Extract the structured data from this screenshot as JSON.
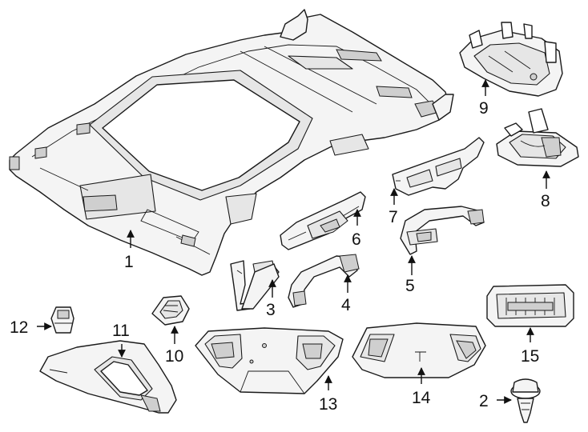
{
  "callouts": [
    {
      "id": "p1",
      "number": "1"
    },
    {
      "id": "p2",
      "number": "2"
    },
    {
      "id": "p3",
      "number": "3"
    },
    {
      "id": "p4",
      "number": "4"
    },
    {
      "id": "p5",
      "number": "5"
    },
    {
      "id": "p6",
      "number": "6"
    },
    {
      "id": "p7",
      "number": "7"
    },
    {
      "id": "p8",
      "number": "8"
    },
    {
      "id": "p9",
      "number": "9"
    },
    {
      "id": "p10",
      "number": "10"
    },
    {
      "id": "p11",
      "number": "11"
    },
    {
      "id": "p12",
      "number": "12"
    },
    {
      "id": "p13",
      "number": "13"
    },
    {
      "id": "p14",
      "number": "14"
    },
    {
      "id": "p15",
      "number": "15"
    }
  ]
}
